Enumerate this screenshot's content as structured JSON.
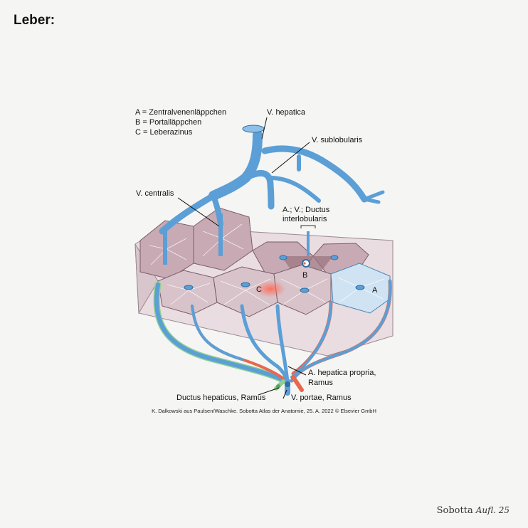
{
  "page": {
    "title": "Leber:"
  },
  "legend": [
    "A = Zentralvenenläppchen",
    "B = Portalläppchen",
    "C = Leberazinus"
  ],
  "labels": {
    "v_hepatica": "V. hepatica",
    "v_sublobularis": "V. sublobularis",
    "v_centralis": "V. centralis",
    "interlobularis_1": "A.; V.; Ductus",
    "interlobularis_2": "interlobularis",
    "a_hepatica_1": "A. hepatica propria,",
    "a_hepatica_2": "Ramus",
    "ductus_hepaticus": "Ductus hepaticus, Ramus",
    "v_portae": "V. portae, Ramus",
    "marker_a": "A",
    "marker_b": "B",
    "marker_c": "C"
  },
  "credit": "K. Dalkowski aus Paulsen/Waschke. Sobotta Atlas der Anatomie, 25. A. 2022 © Elsevier GmbH",
  "footer": {
    "brand": "Sobotta",
    "edition": "Aufl. 25"
  },
  "colors": {
    "vein": "#5b9fd6",
    "vein_dark": "#2f6fa8",
    "lobule": "#c8aab4",
    "lobule_dark": "#8e6b77",
    "artery": "#e5684f",
    "bile": "#8fd08f",
    "central_lobule": "#cfe3f3"
  }
}
